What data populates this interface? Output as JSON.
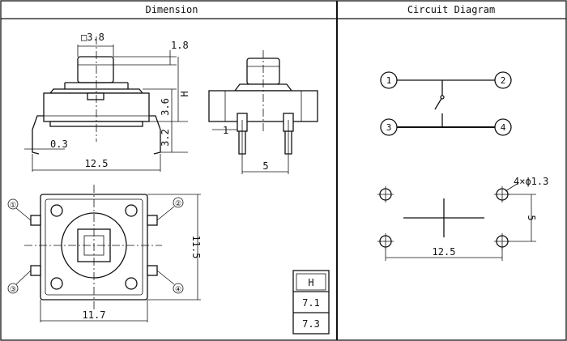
{
  "headers": {
    "dimension": "Dimension",
    "circuit": "Circuit Diagram"
  },
  "dimension": {
    "stem_square": "□3.8",
    "stem_height": "1.8",
    "height_symbol": "H",
    "body_height": "3.6",
    "lead_length": "3.2",
    "lead_thickness": "0.3",
    "body_width": "12.5",
    "pin_pitch_side": "5",
    "side_lead_label": "1",
    "bottom_width": "11.7",
    "bottom_height": "11.5",
    "pins": [
      "①",
      "②",
      "③",
      "④"
    ]
  },
  "height_table": {
    "header": "H",
    "values": [
      "7.1",
      "7.3"
    ]
  },
  "circuit": {
    "terminals": [
      "1",
      "2",
      "3",
      "4"
    ],
    "hole_spec": "4×ϕ1.3",
    "hole_pitch_v": "5",
    "hole_pitch_h": "12.5"
  }
}
